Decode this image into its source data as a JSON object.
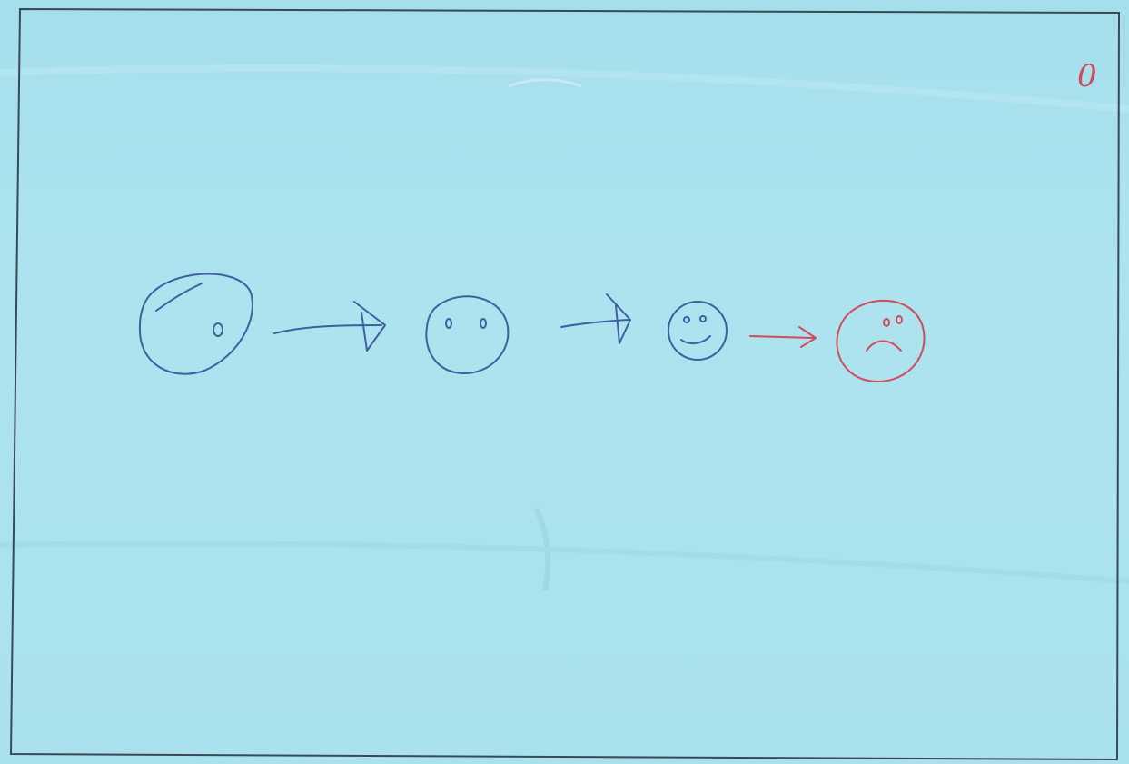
{
  "page_number": "0",
  "colors": {
    "paper": "#a9e1ee",
    "blue_ink": "#3f5f9f",
    "red_ink": "#d24a5c",
    "frame": "#3a4a55"
  },
  "sequence": [
    {
      "stage": 1,
      "icon": "egg-icon",
      "ink": "blue"
    },
    {
      "stage": 2,
      "icon": "round-face-icon",
      "ink": "blue"
    },
    {
      "stage": 3,
      "icon": "smiley-face-icon",
      "ink": "blue"
    },
    {
      "stage": 4,
      "icon": "sad-face-icon",
      "ink": "red"
    }
  ]
}
